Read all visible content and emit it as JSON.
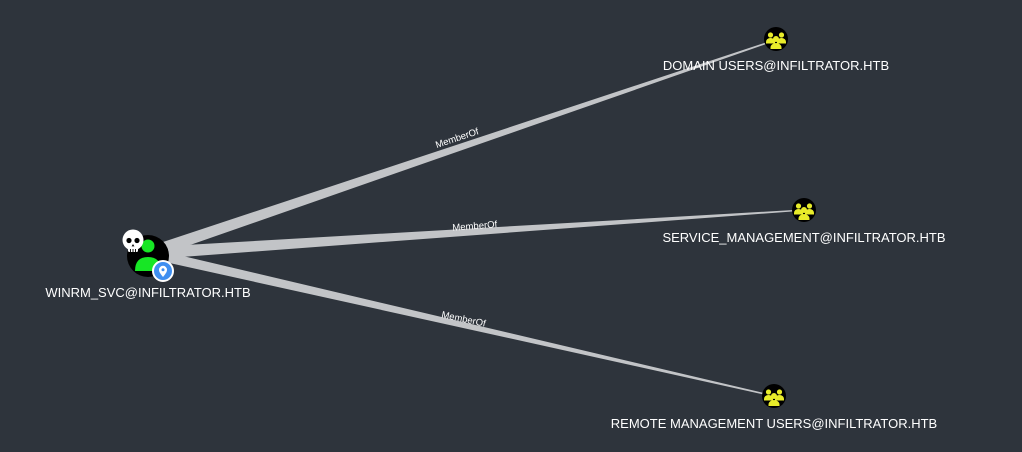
{
  "graph": {
    "source": {
      "label": "WINRM_SVC@INFILTRATOR.HTB",
      "type": "user",
      "icon": "user-icon",
      "badges": [
        "skull-icon",
        "location-pin-icon"
      ]
    },
    "targets": [
      {
        "label": "DOMAIN USERS@INFILTRATOR.HTB",
        "type": "group",
        "icon": "group-icon",
        "edge": "MemberOf"
      },
      {
        "label": "SERVICE_MANAGEMENT@INFILTRATOR.HTB",
        "type": "group",
        "icon": "group-icon",
        "edge": "MemberOf"
      },
      {
        "label": "REMOTE MANAGEMENT USERS@INFILTRATOR.HTB",
        "type": "group",
        "icon": "group-icon",
        "edge": "MemberOf"
      }
    ]
  },
  "colors": {
    "background": "#2e343c",
    "edge": "#c2c4c7",
    "group_icon": "#e8ec2a",
    "user_icon": "#17e625",
    "node_fill": "#000000",
    "pin_badge": "#3f8ff0"
  }
}
